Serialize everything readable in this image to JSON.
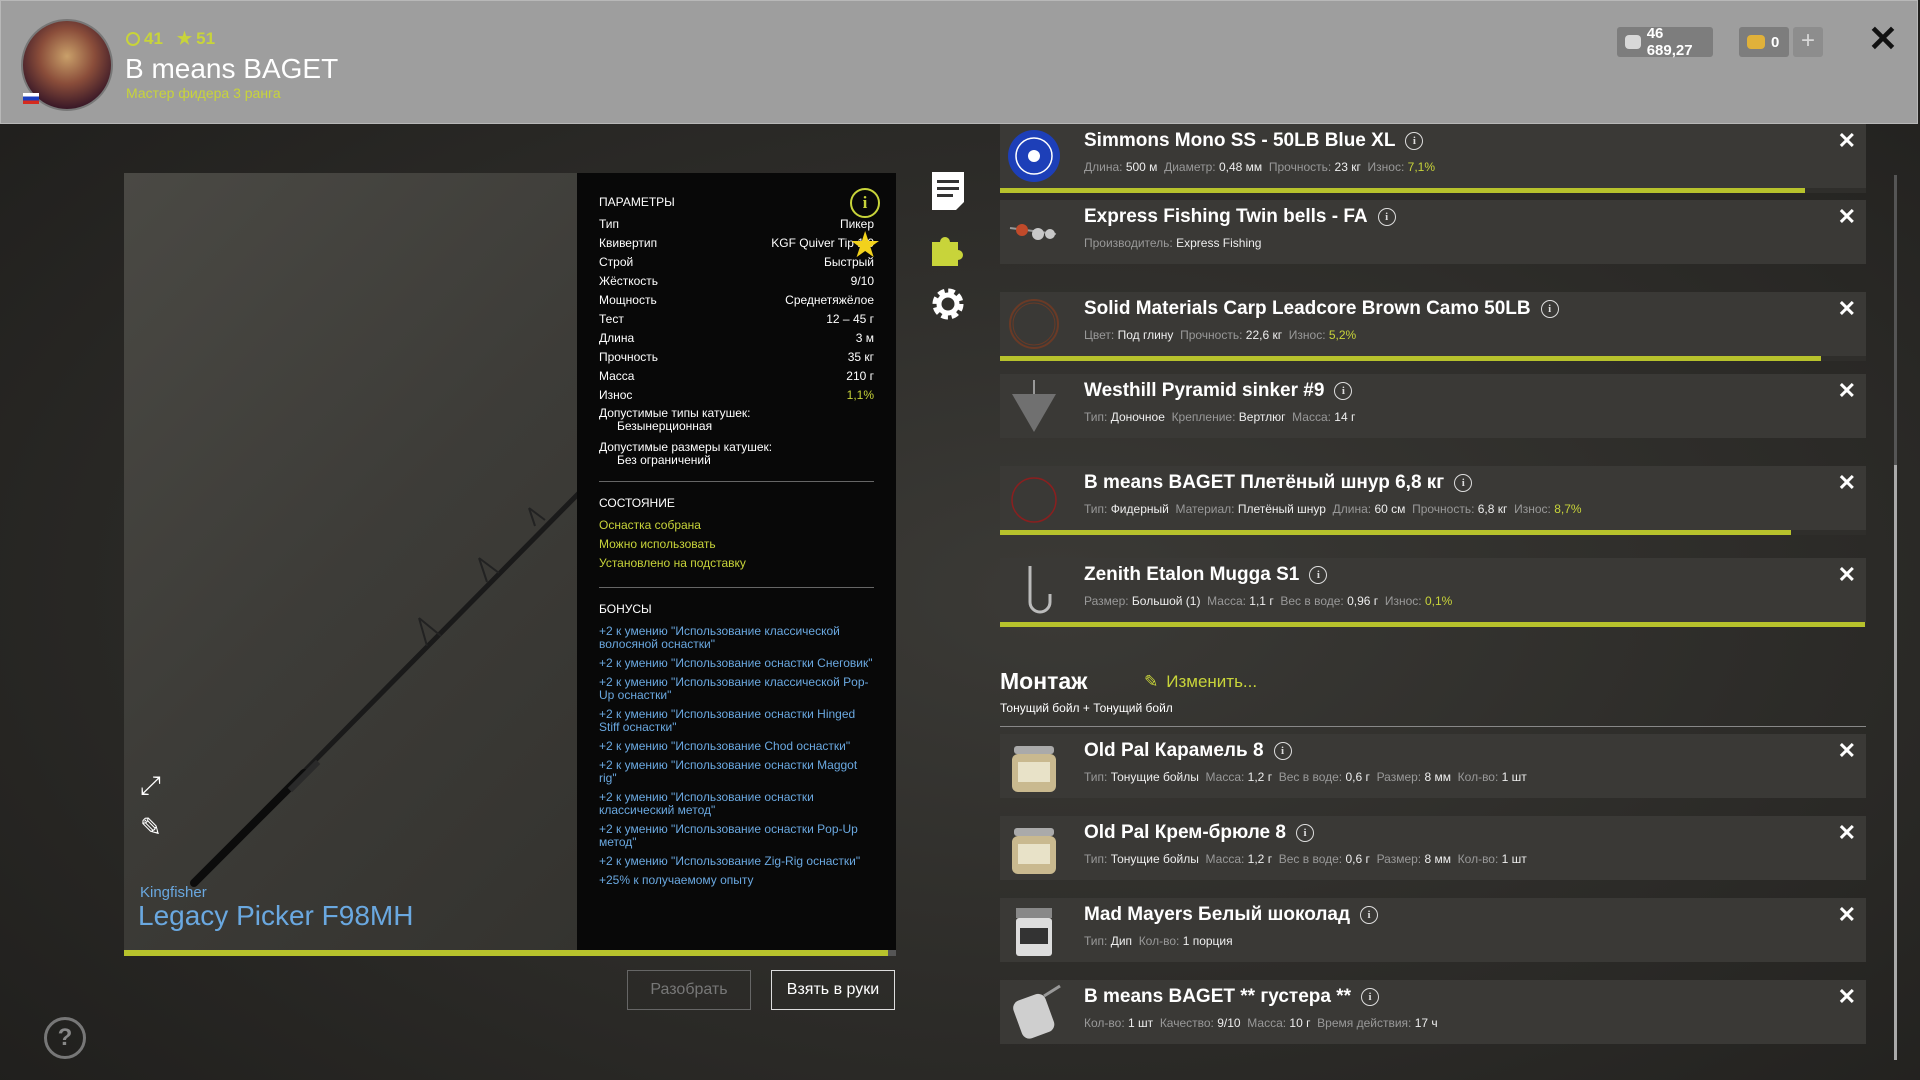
{
  "header": {
    "level": "41",
    "stars": "51",
    "player_name": "B means BAGET",
    "rank": "Мастер фидера 3 ранга",
    "silver": "46 689,27",
    "gold": "0",
    "plus": "+",
    "close": "✕"
  },
  "rod": {
    "brand": "Kingfisher",
    "name": "Legacy Picker F98MH",
    "durability": 0.99
  },
  "params": {
    "title": "ПАРАМЕТРЫ",
    "rows": [
      {
        "k": "Тип",
        "v": "Пикер"
      },
      {
        "k": "Квивертип",
        "v": "KGF Quiver Tip 1.0"
      },
      {
        "k": "Строй",
        "v": "Быстрый"
      },
      {
        "k": "Жёсткость",
        "v": "9/10"
      },
      {
        "k": "Мощность",
        "v": "Среднетяжёлое"
      },
      {
        "k": "Тест",
        "v": "12 – 45 г"
      },
      {
        "k": "Длина",
        "v": "3 м"
      },
      {
        "k": "Прочность",
        "v": "35 кг"
      },
      {
        "k": "Масса",
        "v": "210 г"
      },
      {
        "k": "Износ",
        "v": "1,1%"
      }
    ],
    "reel_types_label": "Допустимые типы катушек:",
    "reel_types_value": "Безынерционная",
    "reel_sizes_label": "Допустимые размеры катушек:",
    "reel_sizes_value": "Без ограничений",
    "state_title": "СОСТОЯНИЕ",
    "state": [
      "Оснастка собрана",
      "Можно использовать",
      "Установлено на подставку"
    ],
    "bonus_title": "БОНУСЫ",
    "bonuses": [
      "+2 к умению \"Использование классической волосяной оснастки\"",
      "+2 к умению \"Использование оснастки Снеговик\"",
      "+2 к умению \"Использование классической Pop-Up оснастки\"",
      "+2 к умению \"Использование оснастки Hinged Stiff оснастки\"",
      "+2 к умению \"Использование Chod оснастки\"",
      "+2 к умению \"Использование оснастки Maggot rig\"",
      "+2 к умению \"Использование оснастки классический метод\"",
      "+2 к умению \"Использование оснастки Pop-Up метод\"",
      "+2 к умению \"Использование Zig-Rig оснастки\"",
      "+25% к получаемому опыту"
    ]
  },
  "buttons": {
    "disassemble": "Разобрать",
    "take": "Взять в руки",
    "help": "?"
  },
  "tackle": [
    {
      "name": "Simmons Mono SS - 50LB Blue XL",
      "attrs": [
        [
          "Длина:",
          "500 м"
        ],
        [
          "Диаметр:",
          "0,48 мм"
        ],
        [
          "Прочность:",
          "23 кг"
        ],
        [
          "Износ:",
          "7,1%"
        ]
      ],
      "wear": 0.929
    },
    {
      "name": "Express Fishing Twin bells - FA",
      "attrs": [
        [
          "Производитель:",
          "Express Fishing"
        ]
      ]
    },
    {
      "name": "Solid Materials Carp Leadcore Brown Camo 50LB",
      "attrs": [
        [
          "Цвет:",
          "Под глину"
        ],
        [
          "Прочность:",
          "22,6 кг"
        ],
        [
          "Износ:",
          "5,2%"
        ]
      ],
      "wear": 0.948
    },
    {
      "name": "Westhill Pyramid sinker #9",
      "attrs": [
        [
          "Тип:",
          "Доночное"
        ],
        [
          "Крепление:",
          "Вертлюг"
        ],
        [
          "Масса:",
          "14 г"
        ]
      ]
    },
    {
      "name": "B means BAGET Плетёный шнур 6,8 кг",
      "attrs": [
        [
          "Тип:",
          "Фидерный"
        ],
        [
          "Материал:",
          "Плетёный шнур"
        ],
        [
          "Длина:",
          "60 см"
        ],
        [
          "Прочность:",
          "6,8 кг"
        ],
        [
          "Износ:",
          "8,7%"
        ]
      ],
      "wear": 0.913
    },
    {
      "name": "Zenith Etalon Mugga S1",
      "attrs": [
        [
          "Размер:",
          "Большой (1)"
        ],
        [
          "Масса:",
          "1,1 г"
        ],
        [
          "Вес в воде:",
          "0,96 г"
        ],
        [
          "Износ:",
          "0,1%"
        ]
      ],
      "wear": 0.999
    }
  ],
  "montage": {
    "title": "Монтаж",
    "edit": "Изменить...",
    "subtitle": "Тонущий бойл + Тонущий бойл"
  },
  "baits": [
    {
      "name": "Old Pal Карамель 8",
      "attrs": [
        [
          "Тип:",
          "Тонущие бойлы"
        ],
        [
          "Масса:",
          "1,2 г"
        ],
        [
          "Вес в воде:",
          "0,6 г"
        ],
        [
          "Размер:",
          "8 мм"
        ],
        [
          "Кол-во:",
          "1 шт"
        ]
      ]
    },
    {
      "name": "Old Pal Крем-брюле 8",
      "attrs": [
        [
          "Тип:",
          "Тонущие бойлы"
        ],
        [
          "Масса:",
          "1,2 г"
        ],
        [
          "Вес в воде:",
          "0,6 г"
        ],
        [
          "Размер:",
          "8 мм"
        ],
        [
          "Кол-во:",
          "1 шт"
        ]
      ]
    },
    {
      "name": "Mad Mayers Белый шоколад",
      "attrs": [
        [
          "Тип:",
          "Дип"
        ],
        [
          "Кол-во:",
          "1 порция"
        ]
      ]
    },
    {
      "name": "B means BAGET ** густера **",
      "attrs": [
        [
          "Кол-во:",
          "1 шт"
        ],
        [
          "Качество:",
          "9/10"
        ],
        [
          "Масса:",
          "10 г"
        ],
        [
          "Время действия:",
          "17 ч"
        ]
      ]
    }
  ],
  "icons": {
    "info": "info-icon",
    "favorite": "star-icon",
    "notes": "notes-icon",
    "puzzle": "puzzle-icon",
    "settings": "gear-icon",
    "expand": "expand-icon",
    "edit": "pencil-icon"
  },
  "colors": {
    "accent": "#c8d43a",
    "link": "#6aa8e0",
    "wear_bar": "#b7c22c"
  }
}
